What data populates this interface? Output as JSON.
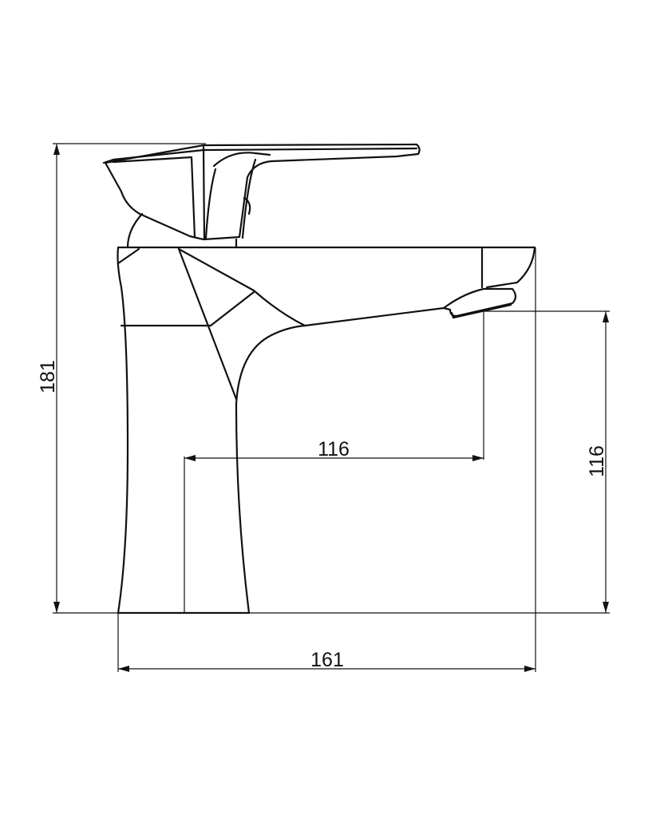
{
  "dimensions": {
    "total_height": "181",
    "spout_reach": "116",
    "spout_height": "116",
    "base_width": "161"
  },
  "colors": {
    "line": "#111111",
    "background": "#ffffff"
  }
}
